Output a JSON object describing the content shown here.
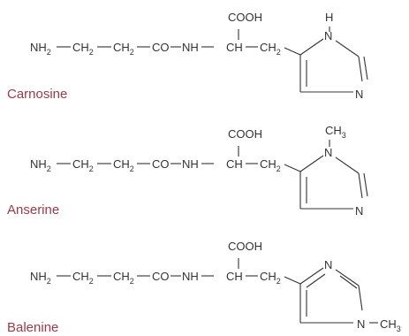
{
  "molecules": [
    {
      "name": "Carnosine",
      "chain": [
        "NH",
        "2",
        "CH",
        "2",
        "CH",
        "2",
        "CO",
        "NH",
        "CH",
        "CH",
        "2"
      ],
      "cooh": "COOH",
      "ring": {
        "top_label": "N",
        "top_h": "H",
        "bottom_label": "N",
        "methyl": ""
      }
    },
    {
      "name": "Anserine",
      "chain": [
        "NH",
        "2",
        "CH",
        "2",
        "CH",
        "2",
        "CO",
        "NH",
        "CH",
        "CH",
        "2"
      ],
      "cooh": "COOH",
      "ring": {
        "top_label": "N",
        "top_methyl": "CH",
        "top_methyl_sub": "3",
        "bottom_label": "N"
      }
    },
    {
      "name": "Balenine",
      "chain": [
        "NH",
        "2",
        "CH",
        "2",
        "CH",
        "2",
        "CO",
        "NH",
        "CH",
        "CH",
        "2"
      ],
      "cooh": "COOH",
      "ring": {
        "top_label": "N",
        "bottom_label": "N",
        "bottom_methyl": "CH",
        "bottom_methyl_sub": "3"
      }
    }
  ],
  "colors": {
    "name": "#9b3a48",
    "structure": "#333333"
  }
}
